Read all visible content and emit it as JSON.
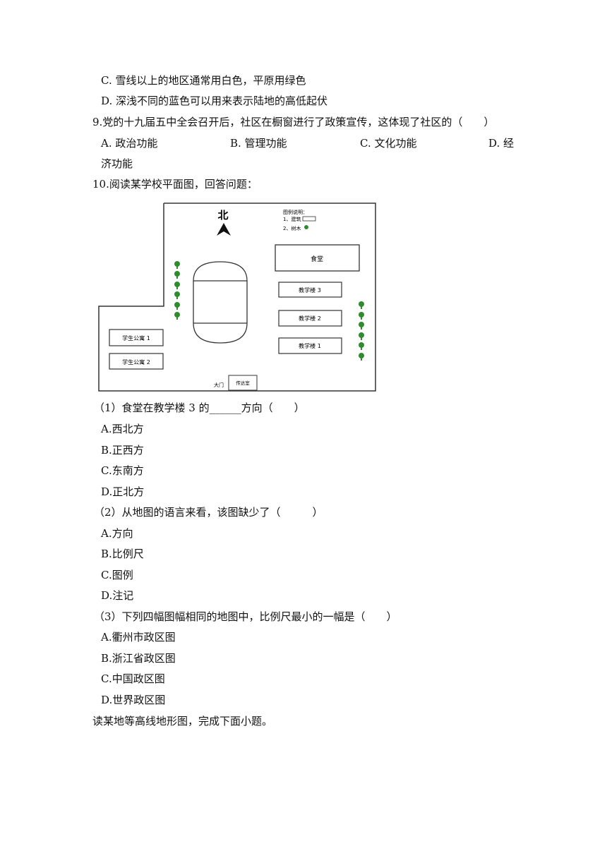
{
  "lines": {
    "c8": "C. 雪线以上的地区通常用白色，平原用绿色",
    "d8": "D. 深浅不同的蓝色可以用来表示陆地的高低起伏",
    "q9": "9.党的十九届五中全会召开后，社区在橱窗进行了政策宣传，这体现了社区的（　　）",
    "q9a": "A. 政治功能",
    "q9b": "B. 管理功能",
    "q9c": "C. 文化功能",
    "q9d": "D. 经",
    "q9d2": "济功能",
    "q10": "10.阅读某学校平面图，回答问题：",
    "s1": "（1）食堂在教学楼 3 的______方向（　　）",
    "s1a": "A.西北方",
    "s1b": "B.正西方",
    "s1c": "C.东南方",
    "s1d": "D.正北方",
    "s2": "（2）从地图的语言来看，该图缺少了（　　　）",
    "s2a": "A.方向",
    "s2b": "B.比例尺",
    "s2c": "C.图例",
    "s2d": "D.注记",
    "s3": "（3）下列四幅图幅相同的地图中，比例尺最小的一幅是（　　）",
    "s3a": "A.衢州市政区图",
    "s3b": "B.浙江省政区图",
    "s3c": "C.中国政区图",
    "s3d": "D.世界政区图",
    "last": "读某地等高线地形图，完成下面小题。"
  },
  "map": {
    "north": "北",
    "legend_title": "图例说明：",
    "legend_building": "1、建筑",
    "legend_tree": "2、树木",
    "canteen": "食堂",
    "teach3": "教学楼 3",
    "teach2": "教学楼 2",
    "teach1": "教学楼 1",
    "dorm1": "学生公寓 1",
    "dorm2": "学生公寓 2",
    "gate": "大门",
    "guard": "传达室",
    "tree_color": "#2e8b2e"
  }
}
